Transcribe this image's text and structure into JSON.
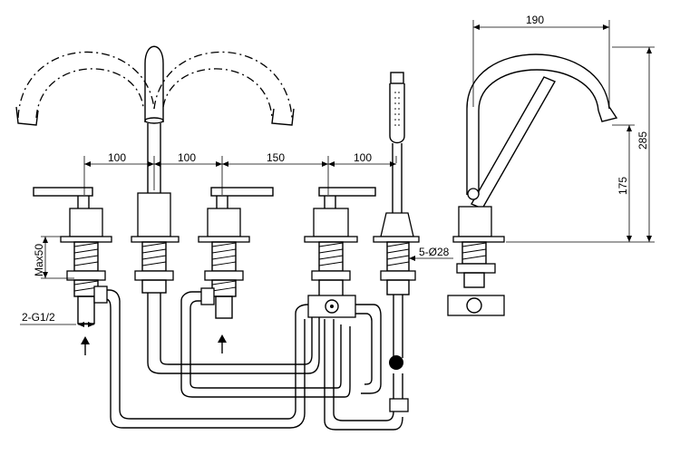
{
  "dimensions": {
    "spacing_1": "100",
    "spacing_2": "100",
    "spacing_3": "150",
    "spacing_4": "100",
    "spout_reach": "190",
    "total_height": "285",
    "spout_height": "175",
    "max_deck_thickness": "Max50",
    "inlet_thread": "2-G1/2",
    "hole_diameter": "5-Ø28"
  },
  "colors": {
    "line": "#000000",
    "background": "#ffffff"
  },
  "icons": {
    "inlet_arrow": "arrow-up-icon"
  }
}
